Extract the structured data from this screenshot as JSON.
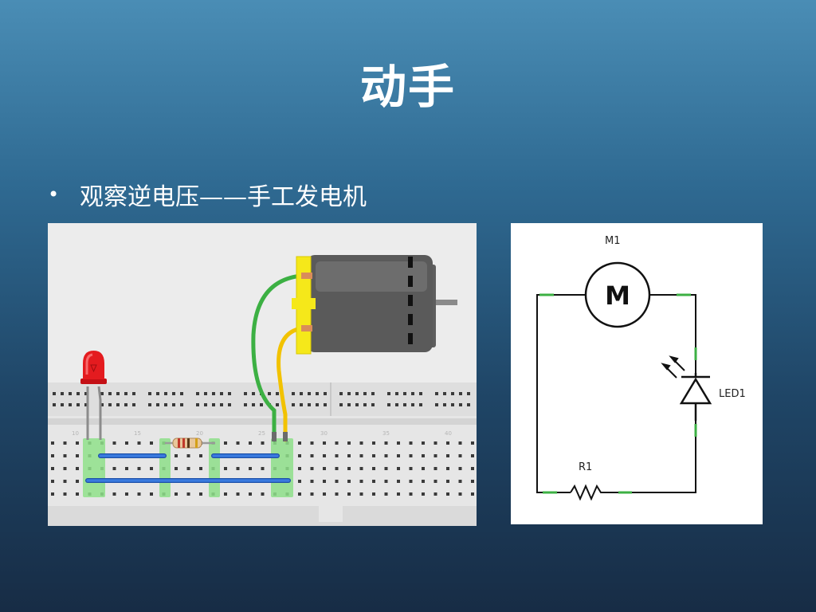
{
  "slide": {
    "title": "动手",
    "bullet": "观察逆电压——手工发电机"
  },
  "breadboard": {
    "column_labels": [
      "10",
      "15",
      "20",
      "25",
      "30",
      "35",
      "40"
    ],
    "components": [
      "red-led",
      "resistor",
      "dc-motor",
      "green-wire",
      "yellow-wire",
      "blue-jumper-wires"
    ]
  },
  "schematic": {
    "motor_ref": "M1",
    "motor_symbol": "M",
    "led_ref": "LED1",
    "resistor_ref": "R1"
  },
  "colors": {
    "wire_green": "#3cb043",
    "wire_yellow": "#f2c200",
    "wire_blue": "#2f6fd6",
    "led_red": "#e0171b",
    "motor_cap": "#f5e81a"
  }
}
